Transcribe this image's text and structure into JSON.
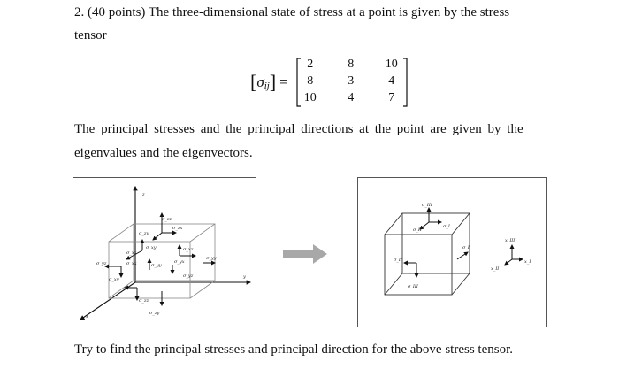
{
  "problem": {
    "line1": "2. (40 points) The three-dimensional state of stress at a point is given by the stress",
    "line2": "tensor"
  },
  "equation": {
    "lhs_symbol": "σ",
    "lhs_subscript": "ij",
    "equals": "=",
    "matrix": [
      [
        "2",
        "8",
        "10"
      ],
      [
        "8",
        "3",
        "4"
      ],
      [
        "10",
        "4",
        "7"
      ]
    ]
  },
  "paragraph": {
    "line1": "The principal stresses and the principal directions at the point are given by the",
    "line2": "eigenvalues and the eigenvectors."
  },
  "figure_left": {
    "axis_z": "z",
    "axis_y": "y",
    "axis_x": "x",
    "stress_labels": [
      "σ_zz",
      "σ_zx",
      "σ_zy",
      "σ_xx",
      "σ_xy",
      "σ_xz",
      "σ_yx",
      "σ_yy",
      "σ_yz",
      "σ_xx",
      "σ_yy",
      "σ_xy",
      "σ_yz",
      "σ_zz",
      "σ_zy"
    ]
  },
  "arrow": {
    "color": "#a8a8a8"
  },
  "figure_right": {
    "stress_labels": [
      "σ_III",
      "σ_II",
      "σ_I",
      "σ_I",
      "σ_II",
      "σ_III"
    ],
    "axes_labels": [
      "x_III",
      "x_II",
      "x_I"
    ]
  },
  "closing": {
    "line": "Try to find the principal stresses and principal direction for the above stress tensor."
  }
}
